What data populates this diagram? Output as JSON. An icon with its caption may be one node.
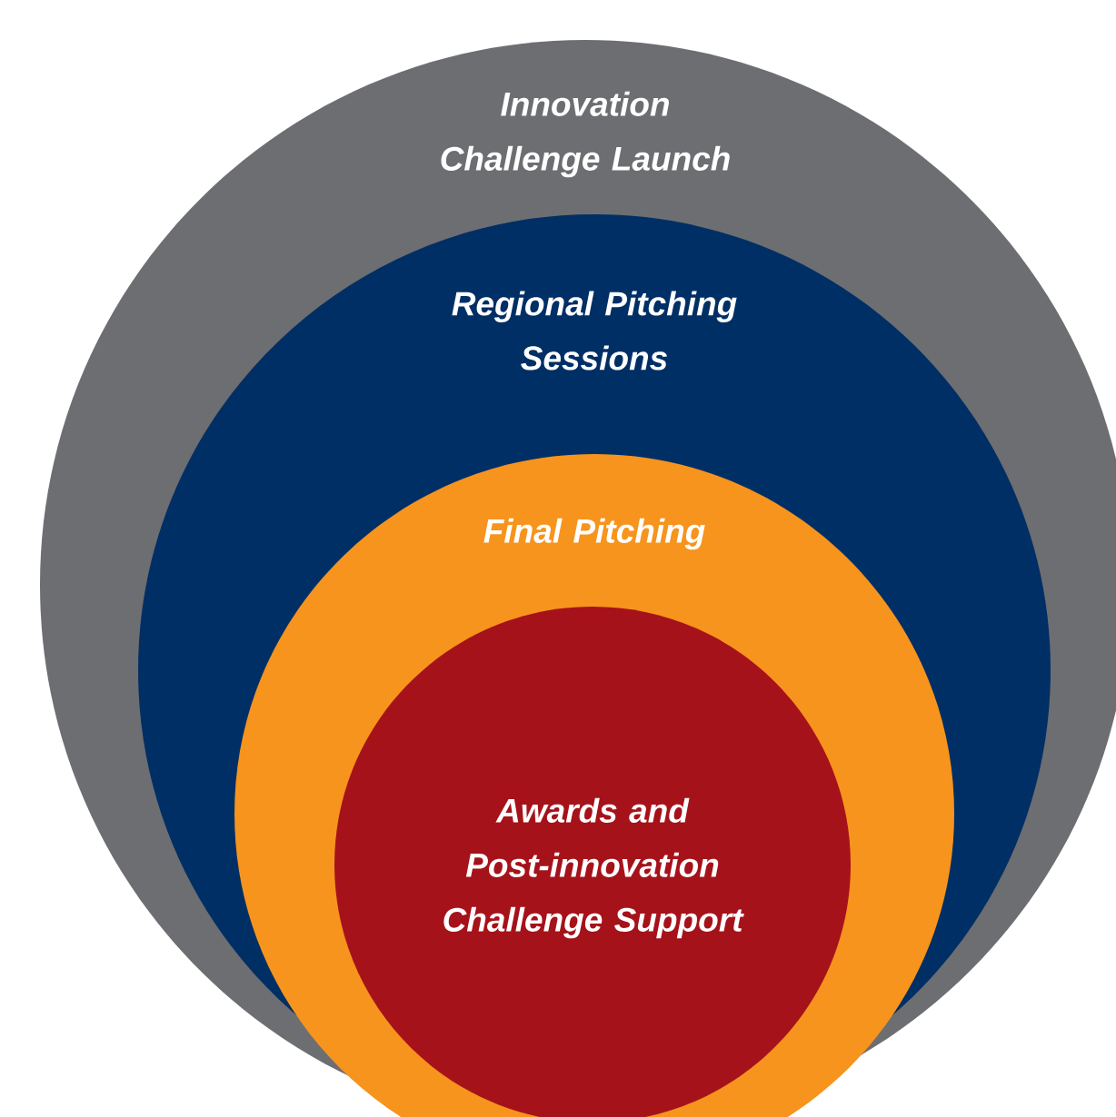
{
  "diagram": {
    "nodes": [
      {
        "text": [
          "Innovation Challenge Launch"
        ]
      },
      {
        "text": [
          "Regional Pitching Sessions"
        ],
        "in": 0
      },
      {
        "text": [
          "Final Pitching"
        ],
        "in": 1
      },
      {
        "text": [
          "Awards and Post-innovation Challenge Support"
        ],
        "in": 2
      }
    ]
  }
}
